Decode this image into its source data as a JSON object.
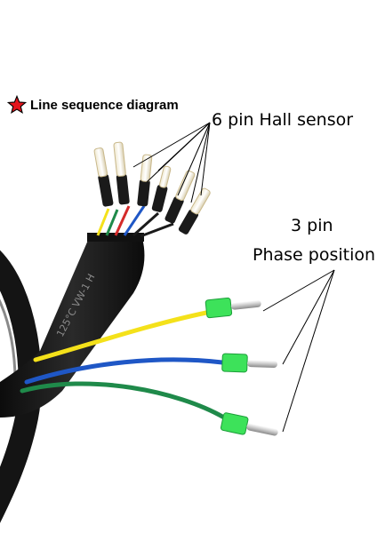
{
  "annotations": {
    "title": "Line sequence diagram",
    "title_icon": "star-icon",
    "hall_label": "6 pin Hall sensor",
    "phase_count_label": "3 pin",
    "phase_label": "Phase position"
  },
  "colors": {
    "star": "#e4141c",
    "cable": "#1a1a1a",
    "yellow": "#f4e11a",
    "blue": "#1f57c6",
    "green": "#1f8a4a",
    "red": "#d42a2a",
    "connector": "#3de25a"
  },
  "photo": {
    "cable_print": "125°C VW-1 H"
  }
}
